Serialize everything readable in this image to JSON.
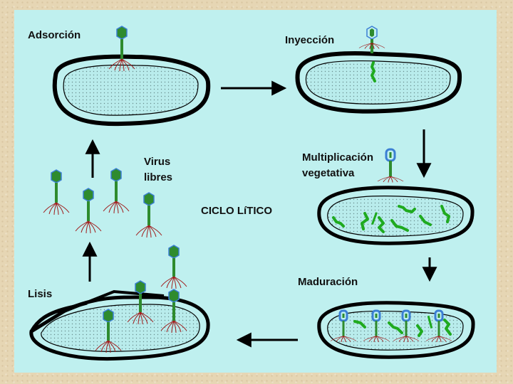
{
  "labels": {
    "adsorcion": "Adsorción",
    "inyeccion": "Inyección",
    "virus_libres_line1": "Virus",
    "virus_libres_line2": "libres",
    "multiplicacion_line1": "Multiplicación",
    "multiplicacion_line2": "vegetativa",
    "ciclo_litico": "CICLO LíTICO",
    "maduracion": "Maduración",
    "lisis": "Lisis"
  },
  "colors": {
    "panel": "#bff0ef",
    "cell_fill": "#b9ecec",
    "cell_outline": "#000000",
    "phage_head": "#2e8b2e",
    "phage_head_blue": "#3b7fd4",
    "phage_tail_fibers": "#a01c1c",
    "viral_dna": "#1faa1f",
    "arrow": "#000000"
  },
  "icons": {
    "phage": "bacteriophage-icon",
    "cell": "bacterial-cell-icon",
    "dna": "viral-dna-fragment-icon",
    "arrow": "cycle-arrow-icon"
  }
}
